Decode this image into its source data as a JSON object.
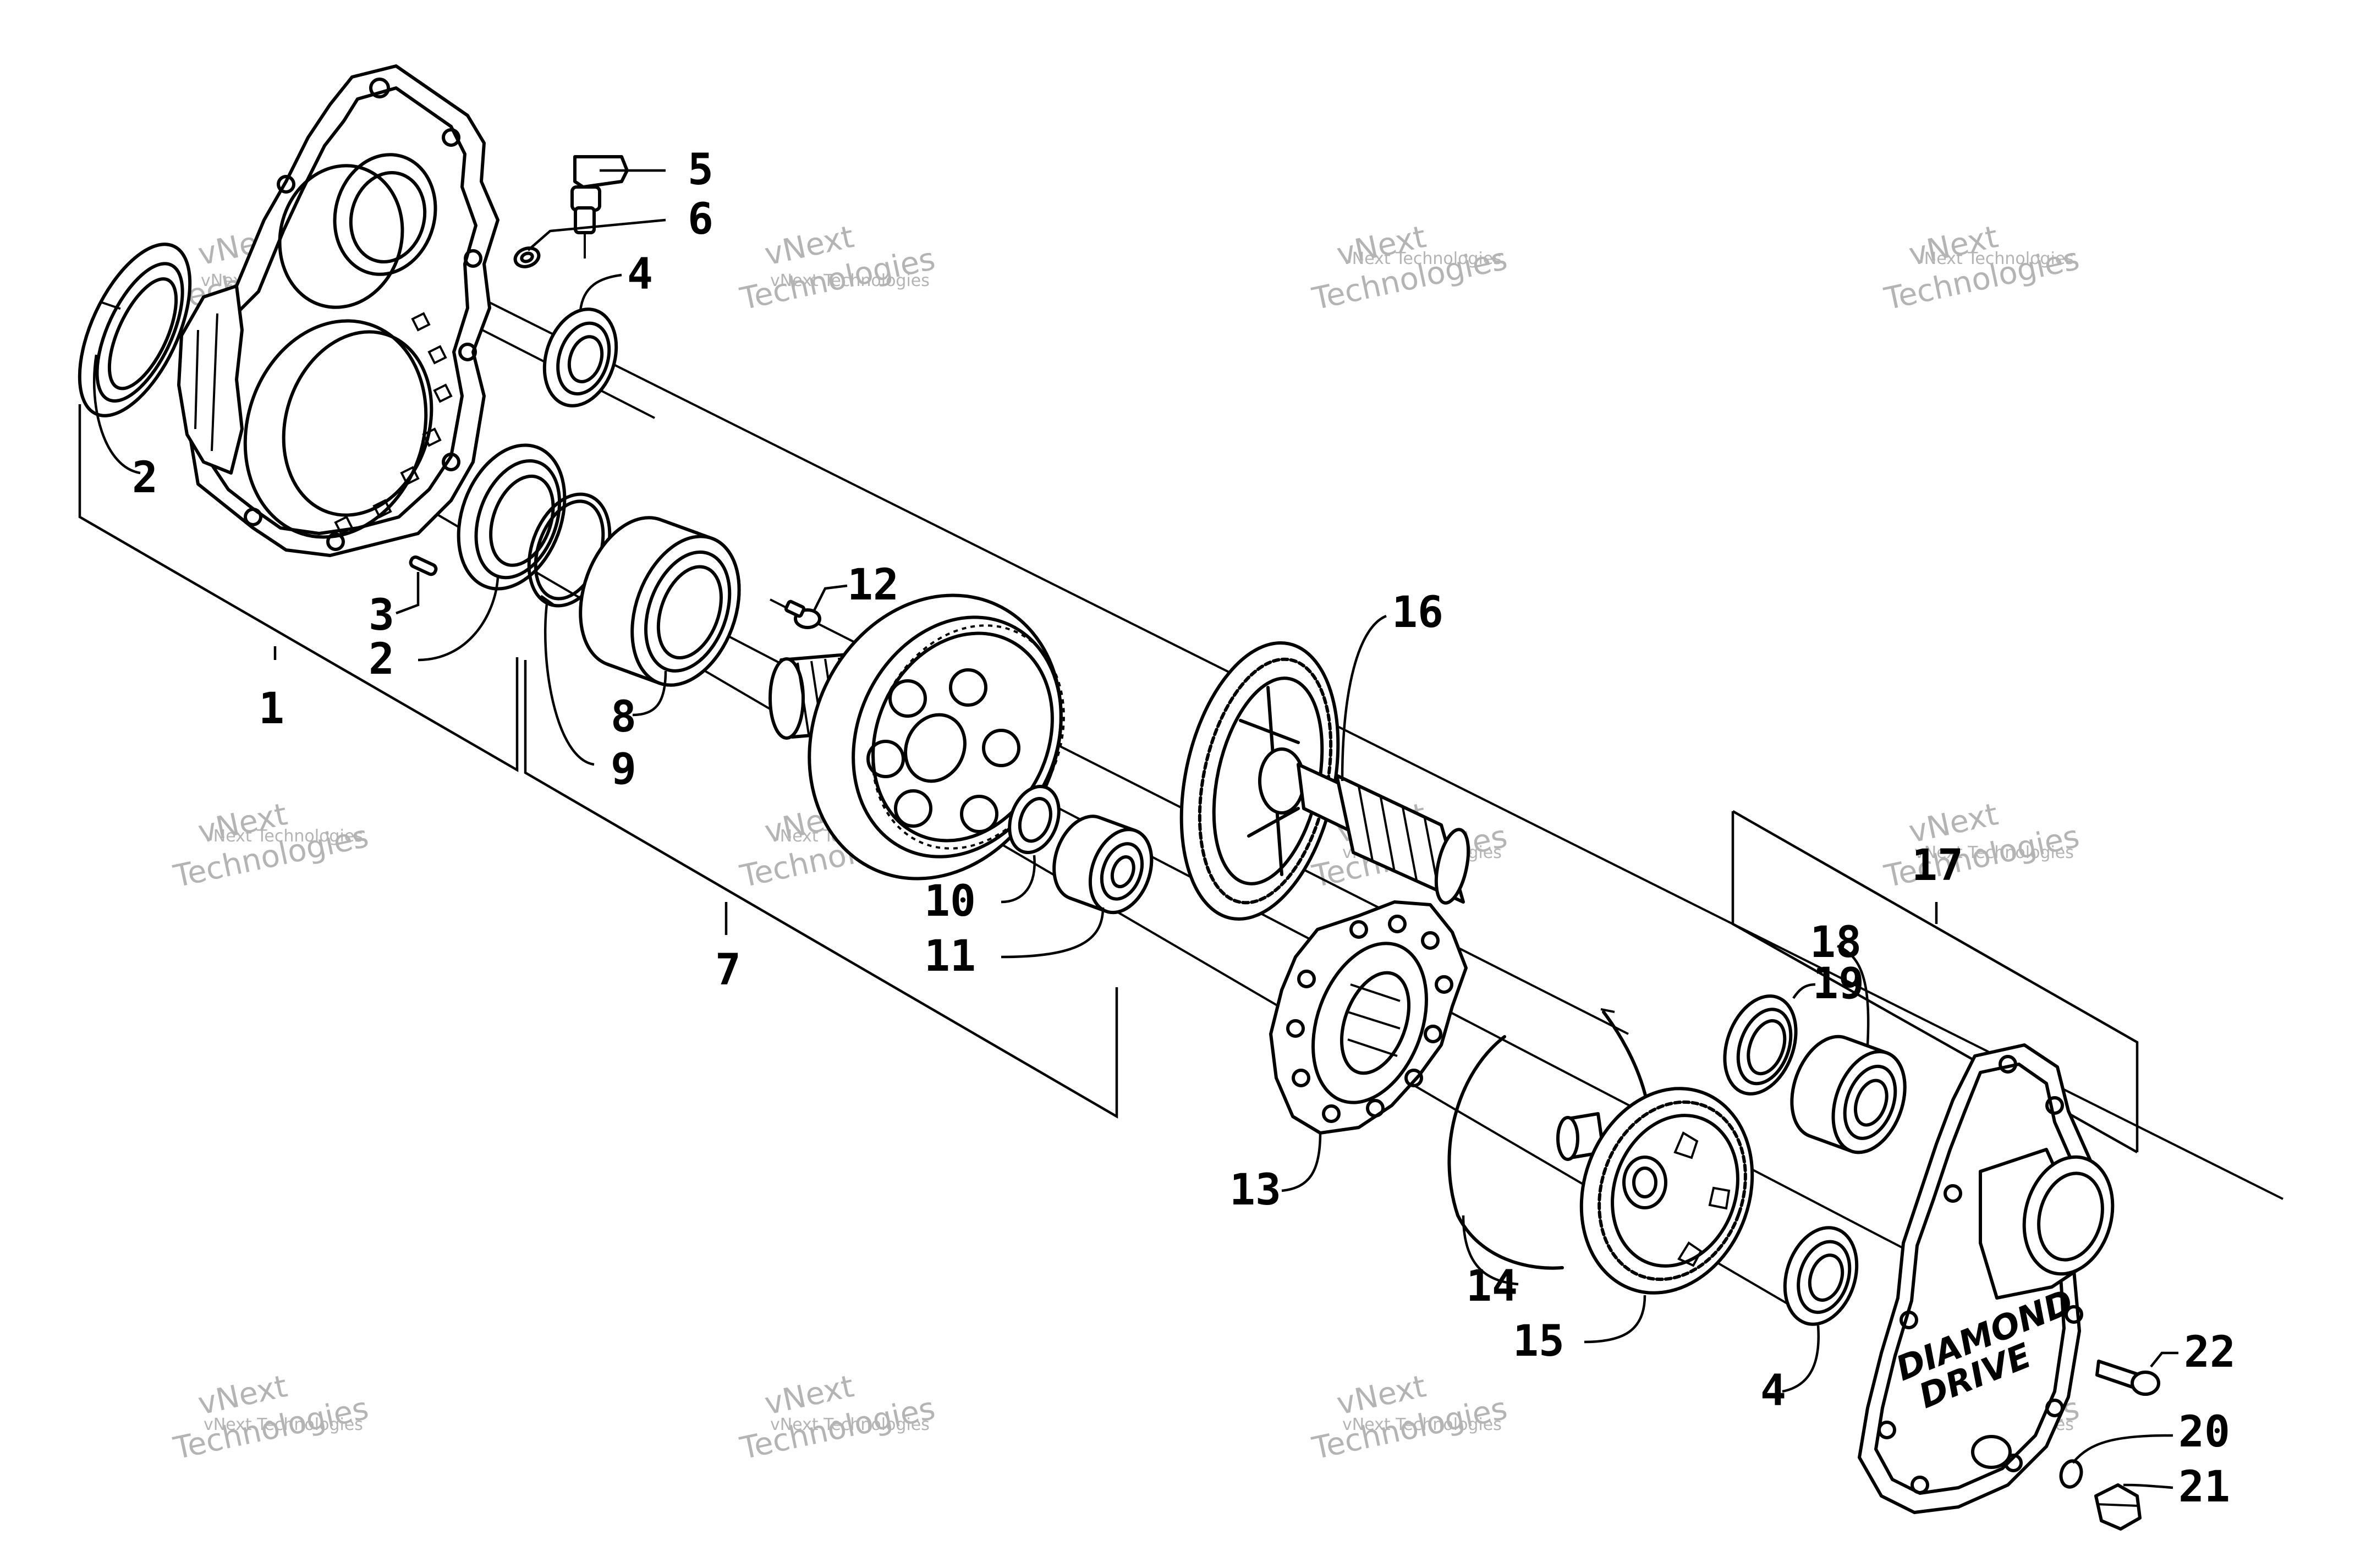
{
  "callouts": [
    {
      "id": "1",
      "text": "1"
    },
    {
      "id": "2a",
      "text": "2"
    },
    {
      "id": "2b",
      "text": "2"
    },
    {
      "id": "3",
      "text": "3"
    },
    {
      "id": "4a",
      "text": "4"
    },
    {
      "id": "4b",
      "text": "4"
    },
    {
      "id": "5",
      "text": "5"
    },
    {
      "id": "6",
      "text": "6"
    },
    {
      "id": "7",
      "text": "7"
    },
    {
      "id": "8",
      "text": "8"
    },
    {
      "id": "9",
      "text": "9"
    },
    {
      "id": "10",
      "text": "10"
    },
    {
      "id": "11",
      "text": "11"
    },
    {
      "id": "12",
      "text": "12"
    },
    {
      "id": "13",
      "text": "13"
    },
    {
      "id": "14",
      "text": "14"
    },
    {
      "id": "15",
      "text": "15"
    },
    {
      "id": "16",
      "text": "16"
    },
    {
      "id": "17",
      "text": "17"
    },
    {
      "id": "18",
      "text": "18"
    },
    {
      "id": "19",
      "text": "19"
    },
    {
      "id": "20",
      "text": "20"
    },
    {
      "id": "21",
      "text": "21"
    },
    {
      "id": "22",
      "text": "22"
    }
  ],
  "watermark": {
    "line1": "vNext Technologies",
    "line2": "vNext",
    "line3": "Technologies"
  },
  "cover_logo": {
    "line1": "DIAMOND",
    "line2": "DRIVE"
  }
}
